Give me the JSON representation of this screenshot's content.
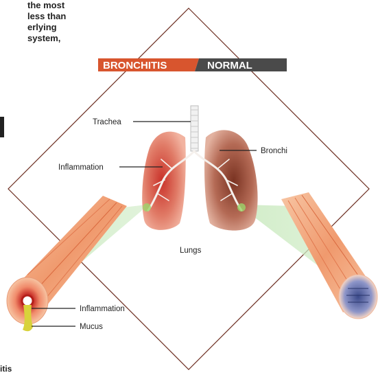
{
  "intro_fragment": {
    "lines": [
      "the most",
      "less than",
      "erlying",
      "system,"
    ]
  },
  "bottom_fragment": "itis",
  "tabs": {
    "bronchitis": "BRONCHITIS",
    "normal": "NORMAL"
  },
  "labels": {
    "trachea": "Trachea",
    "bronchi": "Bronchi",
    "inflammation_lung": "Inflammation",
    "lungs": "Lungs",
    "inflammation_airway": "Inflammation",
    "mucus": "Mucus"
  },
  "colors": {
    "bronchitis_tab": "#d8552e",
    "normal_tab": "#4a4a4a",
    "lung_inflamed": "#e6866e",
    "lung_normal": "#b8705a",
    "airway": "#f0a27a",
    "mucus": "#d8d23a",
    "zoom_cone": "#bfe3b4"
  }
}
